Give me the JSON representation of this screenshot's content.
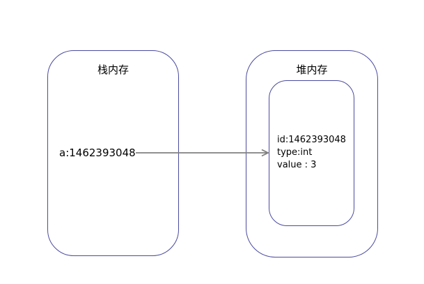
{
  "colors": {
    "background": "#ffffff",
    "box_border": "#4a4a9f",
    "arrow": "#808080",
    "text": "#000000"
  },
  "stack": {
    "title": "栈内存",
    "variable_label": "a:1462393048"
  },
  "heap": {
    "title": "堆内存",
    "object_lines": [
      "id:1462393048",
      "type:int",
      "value : 3"
    ]
  }
}
